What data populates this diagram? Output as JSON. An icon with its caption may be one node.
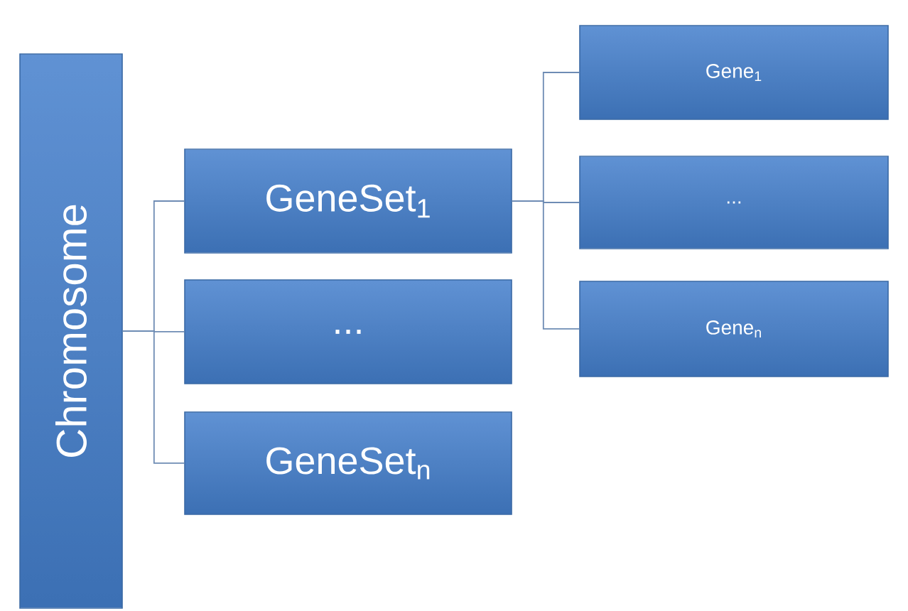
{
  "diagram": {
    "nodes": [
      {
        "text": [
          "Chromosome"
        ]
      },
      {
        "text": [
          "GeneSet$_{1}$"
        ]
      },
      {
        "text": [
          "..."
        ]
      },
      {
        "text": [
          "GeneSet$_{n}$"
        ]
      },
      {
        "text": [
          "Gene$_{1}$"
        ]
      },
      {
        "text": [
          "..."
        ]
      },
      {
        "text": [
          "Gene$_{n}$"
        ]
      }
    ],
    "edges": [
      {
        "from": 0,
        "to": 1,
        "arrow": "none"
      },
      {
        "from": 0,
        "to": 2,
        "arrow": "none"
      },
      {
        "from": 0,
        "to": 3,
        "arrow": "none"
      },
      {
        "from": 1,
        "to": 4,
        "arrow": "none"
      },
      {
        "from": 1,
        "to": 5,
        "arrow": "none"
      },
      {
        "from": 1,
        "to": 6,
        "arrow": "none"
      }
    ]
  }
}
